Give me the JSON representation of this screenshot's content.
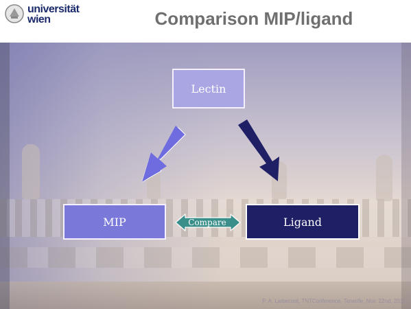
{
  "header": {
    "logo_text_line1": "universität",
    "logo_text_line2": "wien",
    "title": "Comparison MIP/ligand"
  },
  "diagram": {
    "nodes": {
      "lectin": "Lectin",
      "mip": "MIP",
      "ligand": "Ligand"
    },
    "compare_label": "Compare",
    "colors": {
      "lectin": "#a9a6e3",
      "mip": "#7a78d8",
      "ligand": "#1f1f66",
      "arrow_to_mip": "#6f6ce0",
      "arrow_to_ligand": "#1f1f66",
      "compare_arrow": "#3a8f8a"
    }
  },
  "footer": {
    "text": "P. A. Lieberzeit, TNTConference, Tenerife, Nov. 22nd, 2011"
  }
}
